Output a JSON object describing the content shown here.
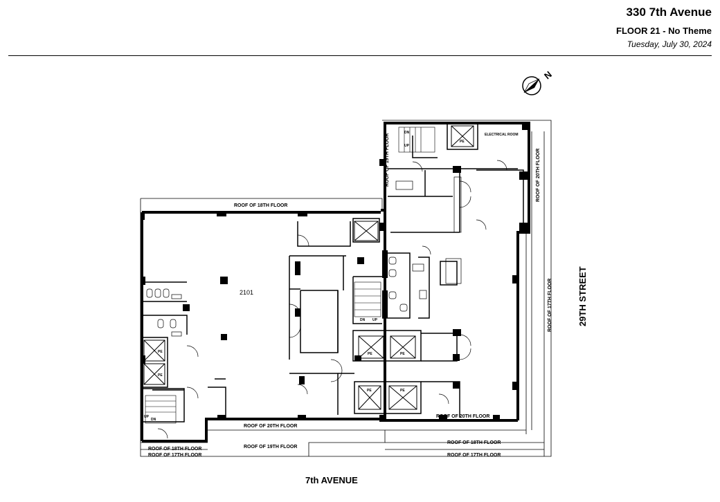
{
  "header": {
    "address": "330 7th Avenue",
    "floor_theme": "FLOOR 21 - No Theme",
    "date": "Tuesday, July 30, 2024"
  },
  "plan": {
    "room_number": "2101",
    "street_east": "29TH STREET",
    "street_south": "7th AVENUE",
    "north_label": "N",
    "roof_18_top": "ROOF OF 18TH FLOOR",
    "roof_19_left": "ROOF OF 19TH FLOOR",
    "roof_20_right": "ROOF OF 20TH FLOOR",
    "roof_17_right": "ROOF OF 17TH FLOOR",
    "roof_20_south_a": "ROOF OF 20TH FLOOR",
    "roof_20_south_b": "ROOF OF 20TH FLOOR",
    "roof_19_south": "ROOF OF 19TH FLOOR",
    "roof_18_south": "ROOF OF 18TH FLOOR",
    "roof_17_south": "ROOF OF 17TH FLOOR",
    "roof_18_sw": "ROOF OF 18TH FLOOR",
    "roof_17_sw": "ROOF OF 17TH FLOOR",
    "electrical_room": "ELECTRICAL ROOM",
    "stair_dn": "DN",
    "stair_up": "UP",
    "pe": "PE"
  }
}
